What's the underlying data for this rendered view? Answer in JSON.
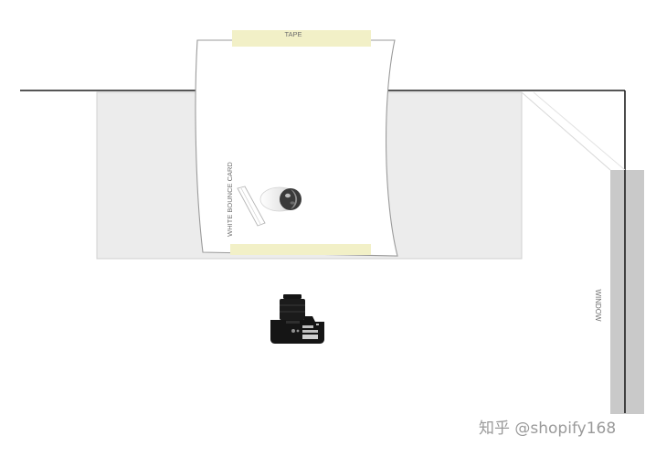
{
  "labels": {
    "tape": "TAPE",
    "bounce_card": "WHITE BOUNCE CARD",
    "window": "WINDOW"
  },
  "watermark": "知乎 @shopify168",
  "colors": {
    "background": "#ffffff",
    "table": "#ececec",
    "table_edge": "#d0d0d0",
    "sweep_paper": "#ffffff",
    "sweep_edge": "#9b9b9b",
    "tape": "#f2f0c7",
    "wall_line": "#1e1e1e",
    "window_glass": "#c9c9c9",
    "camera_body": "#151515",
    "label_text": "#6e6e6e",
    "watermark_text": "#9a9a9a"
  },
  "icons": [
    "camera-icon",
    "product-bottle-icon",
    "bounce-card-icon"
  ]
}
